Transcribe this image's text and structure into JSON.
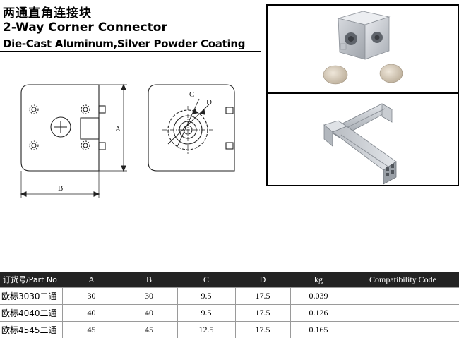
{
  "header": {
    "title_cn": "两通直角连接块",
    "title_en": "2-Way Corner Connector",
    "subtitle": "Die-Cast Aluminum,Silver Powder Coating"
  },
  "drawing": {
    "label_a": "A",
    "label_b": "B",
    "label_c": "C",
    "label_d": "D"
  },
  "table": {
    "headers": [
      "订货号/Part No",
      "A",
      "B",
      "C",
      "D",
      "kg",
      "Compatibility Code"
    ],
    "rows": [
      [
        "欧标3030二通",
        "30",
        "30",
        "9.5",
        "17.5",
        "0.039",
        ""
      ],
      [
        "欧标4040二通",
        "40",
        "40",
        "9.5",
        "17.5",
        "0.126",
        ""
      ],
      [
        "欧标4545二通",
        "45",
        "45",
        "12.5",
        "17.5",
        "0.165",
        ""
      ]
    ]
  },
  "colors": {
    "header_bg": "#232323",
    "metal": "#c8ccd2"
  }
}
